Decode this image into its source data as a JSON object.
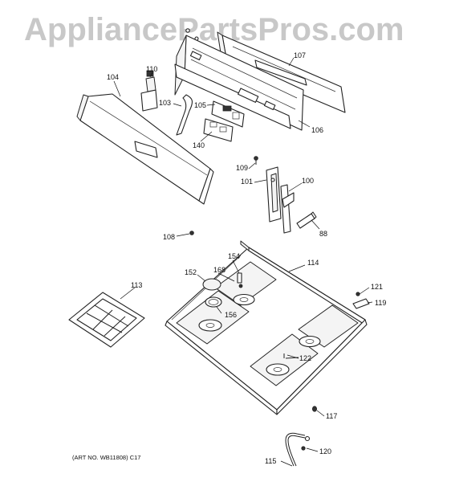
{
  "watermark": "AppliancePartsPros.com",
  "art_number": "(ART NO. WB11808) C17",
  "callouts": {
    "p107": "107",
    "p110": "110",
    "p104": "104",
    "p103": "103",
    "p105": "105",
    "p106": "106",
    "p140": "140",
    "p109": "109",
    "p101": "101",
    "p100": "100",
    "p88": "88",
    "p108": "108",
    "p154": "154",
    "p114": "114",
    "p152": "152",
    "p168": "168",
    "p113": "113",
    "p156": "156",
    "p121": "121",
    "p119": "119",
    "p122": "122",
    "p117": "117",
    "p120": "120",
    "p115": "115"
  }
}
